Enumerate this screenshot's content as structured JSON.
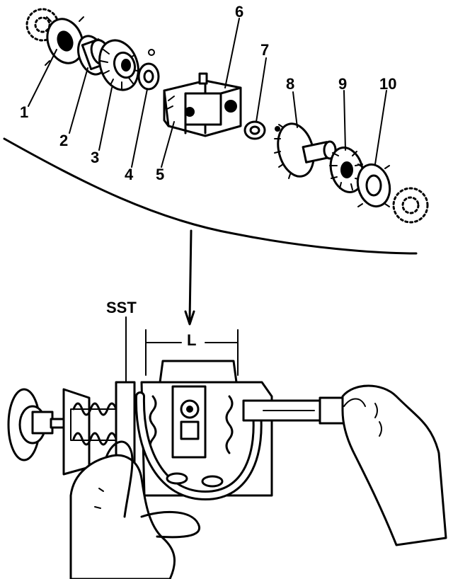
{
  "callouts": {
    "n1": "1",
    "n2": "2",
    "n3": "3",
    "n4": "4",
    "n5": "5",
    "n6": "6",
    "n7": "7",
    "n8": "8",
    "n9": "9",
    "n10": "10",
    "sst": "SST",
    "dimension": "L"
  }
}
